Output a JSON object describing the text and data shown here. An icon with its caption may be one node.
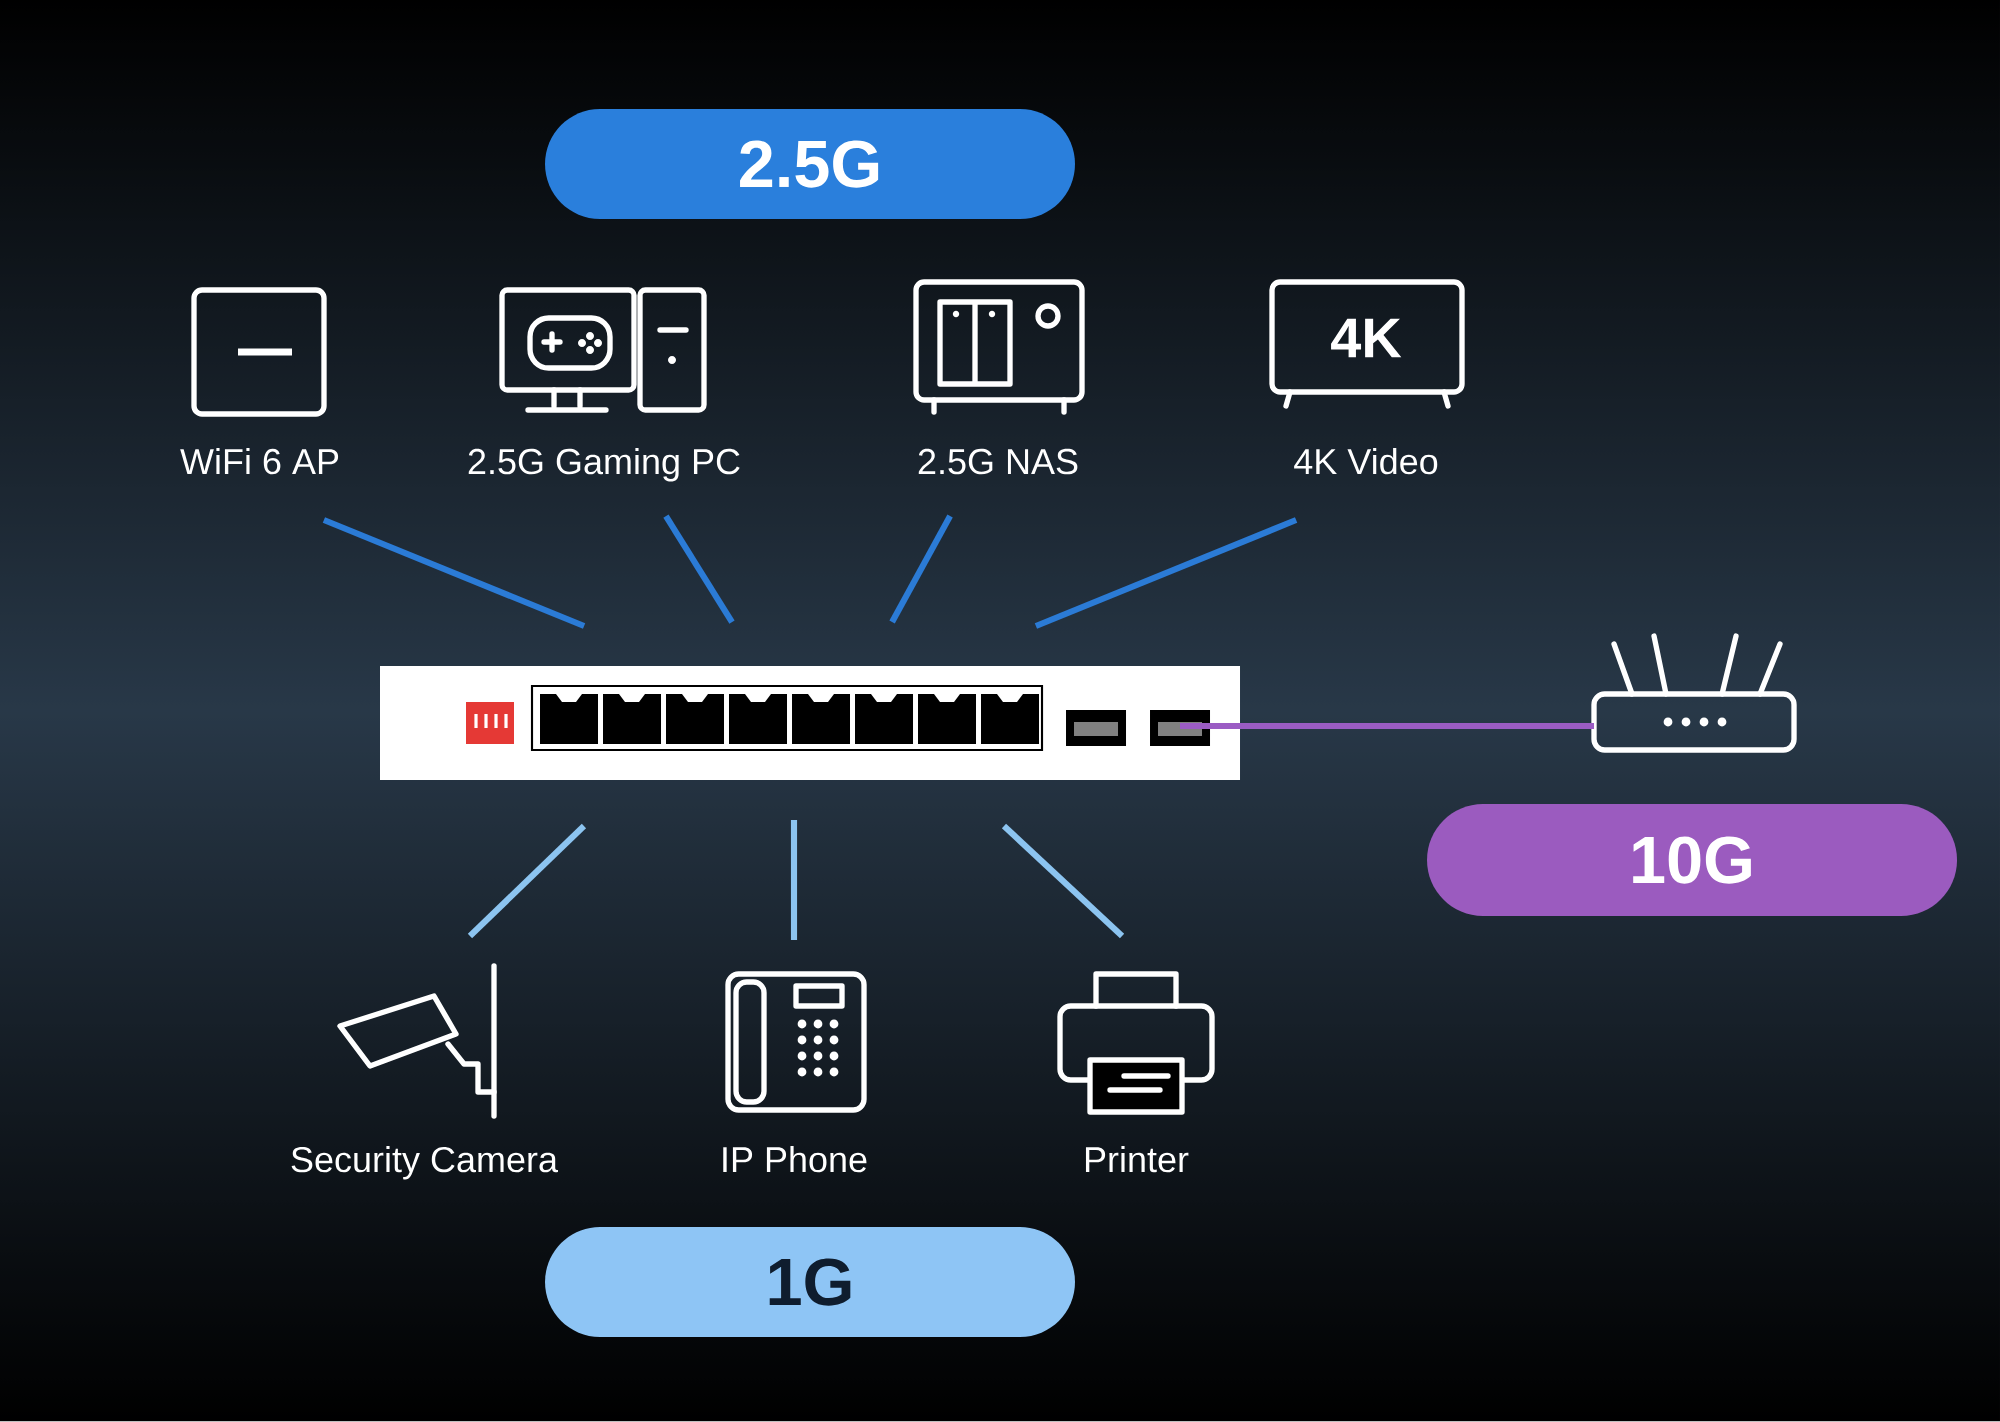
{
  "diagram": {
    "nodes": [
      {
        "text": [
          "2.5G"
        ]
      },
      {
        "text": [
          "WiFi 6 AP"
        ]
      },
      {
        "text": [
          "2.5G Gaming PC"
        ]
      },
      {
        "text": [
          "2.5G NAS"
        ]
      },
      {
        "text": [
          "4K",
          "4K Video"
        ]
      },
      {
        "text": [],
        "shape": "picture"
      },
      {
        "text": [],
        "shape": "picture"
      },
      {
        "text": [
          "10G"
        ]
      },
      {
        "text": [
          "Security Camera"
        ]
      },
      {
        "text": [
          "IP Phone"
        ]
      },
      {
        "text": [
          "Printer"
        ]
      },
      {
        "text": [
          "1G"
        ]
      }
    ],
    "edges": [
      {
        "from": 5,
        "to": 1,
        "arrow": "none"
      },
      {
        "from": 5,
        "to": 2,
        "arrow": "none"
      },
      {
        "from": 5,
        "to": 3,
        "arrow": "none"
      },
      {
        "from": 5,
        "to": 4,
        "arrow": "none"
      },
      {
        "from": 5,
        "to": 6,
        "arrow": "none",
        "color": "#9b5cc4"
      },
      {
        "from": 5,
        "to": 8,
        "arrow": "none",
        "color": "#8cc4f0"
      },
      {
        "from": 5,
        "to": 9,
        "arrow": "none",
        "color": "#8cc4f0"
      },
      {
        "from": 5,
        "to": 10,
        "arrow": "none",
        "color": "#8cc4f0"
      }
    ]
  }
}
